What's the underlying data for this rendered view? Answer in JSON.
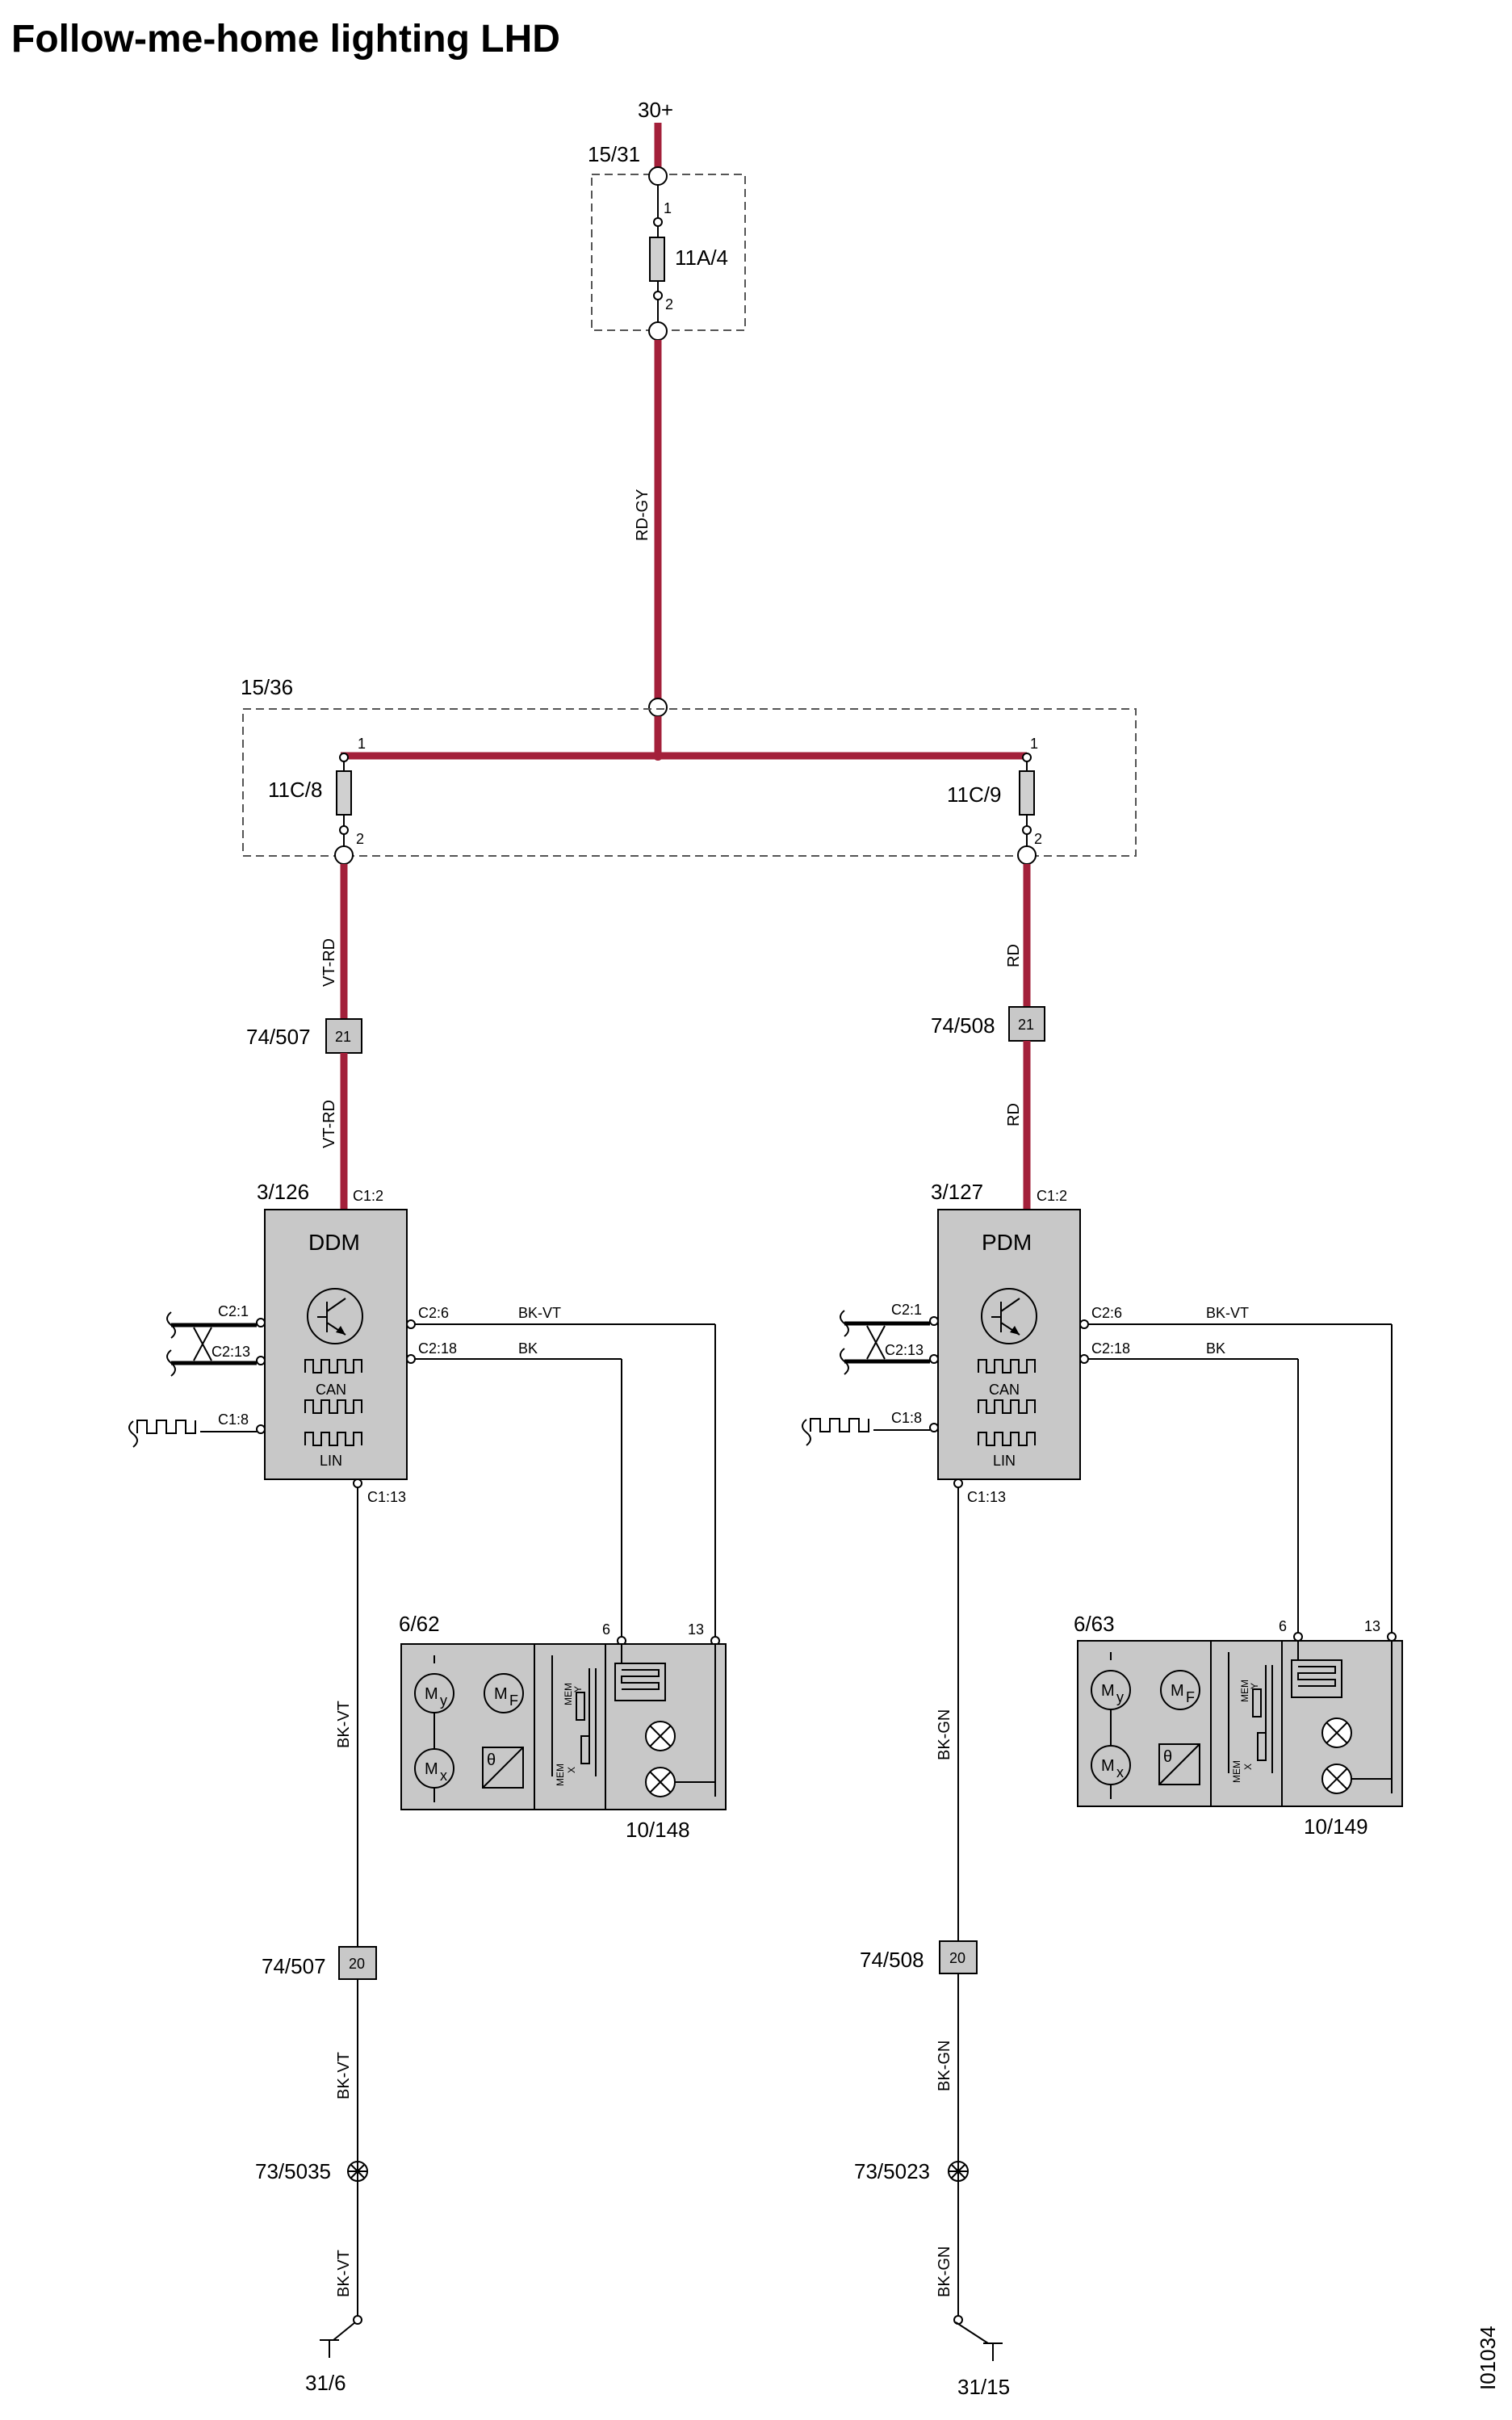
{
  "title": "Follow-me-home lighting LHD",
  "figure_id": "I01034",
  "supply": {
    "voltage": "30+",
    "connector": "15/31",
    "fuse": "11A/4",
    "pin1": "1",
    "pin2": "2",
    "wire": "RD-GY"
  },
  "fusebox": {
    "id": "15/36",
    "fuse_left": "11C/8",
    "fuse_right": "11C/9",
    "pin1": "1",
    "pin2": "2"
  },
  "left": {
    "wire_top": "VT-RD",
    "conn_top": "74/507",
    "conn_top_pin": "21",
    "wire_mid": "VT-RD",
    "module_id": "3/126",
    "module_name": "DDM",
    "pin_c12": "C1:2",
    "pin_c113": "C1:13",
    "pin_c21": "C2:1",
    "pin_c213": "C2:13",
    "pin_c18": "C1:8",
    "pin_c26": "C2:6",
    "pin_c218": "C2:18",
    "wire_c26": "BK-VT",
    "wire_c218": "BK",
    "can": "CAN",
    "lin": "LIN",
    "mirror_id": "6/62",
    "mirror_pin6": "6",
    "mirror_pin13": "13",
    "lamp_id": "10/148",
    "m_y": "M",
    "m_y_sub": "y",
    "m_f": "M",
    "m_f_sub": "F",
    "m_x": "M",
    "m_x_sub": "x",
    "theta": "θ",
    "mem_y": "MEM",
    "mem_y_sub": "Y",
    "mem_x": "MEM",
    "mem_x_sub": "X",
    "wire_gnd1": "BK-VT",
    "conn_bot": "74/507",
    "conn_bot_pin": "20",
    "wire_gnd2": "BK-VT",
    "splice": "73/5035",
    "wire_gnd3": "BK-VT",
    "ground": "31/6"
  },
  "right": {
    "wire_top": "RD",
    "conn_top": "74/508",
    "conn_top_pin": "21",
    "wire_mid": "RD",
    "module_id": "3/127",
    "module_name": "PDM",
    "pin_c12": "C1:2",
    "pin_c113": "C1:13",
    "pin_c21": "C2:1",
    "pin_c213": "C2:13",
    "pin_c18": "C1:8",
    "pin_c26": "C2:6",
    "pin_c218": "C2:18",
    "wire_c26": "BK-VT",
    "wire_c218": "BK",
    "can": "CAN",
    "lin": "LIN",
    "mirror_id": "6/63",
    "mirror_pin6": "6",
    "mirror_pin13": "13",
    "lamp_id": "10/149",
    "m_y": "M",
    "m_y_sub": "y",
    "m_f": "M",
    "m_f_sub": "F",
    "m_x": "M",
    "m_x_sub": "x",
    "theta": "θ",
    "mem_y": "MEM",
    "mem_y_sub": "Y",
    "mem_x": "MEM",
    "mem_x_sub": "X",
    "wire_gnd1": "BK-GN",
    "conn_bot": "74/508",
    "conn_bot_pin": "20",
    "wire_gnd2": "BK-GN",
    "splice": "73/5023",
    "wire_gnd3": "BK-GN",
    "ground": "31/15"
  }
}
